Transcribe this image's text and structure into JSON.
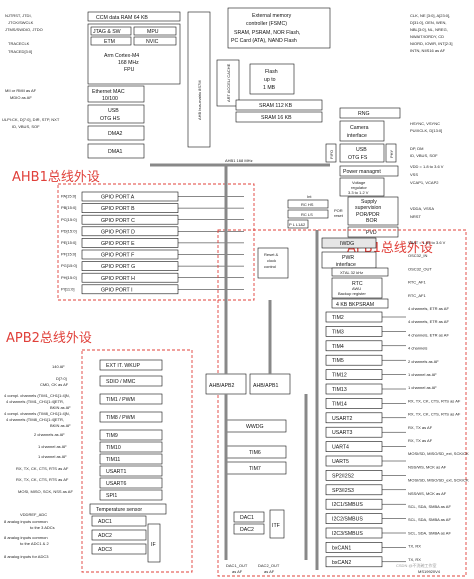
{
  "top": {
    "ccm": "CCM data RAM 64 KB",
    "jtag": "JTAG & SW",
    "mpu": "MPU",
    "etm": "ETM",
    "nvic": "NVIC",
    "cpu": [
      "Arm Cortex-M4",
      "168 MHz",
      "FPU"
    ],
    "fsmc": [
      "External memory",
      "controller (FSMC)",
      "SRAM, PSRAM, NOR Flash,",
      "PC Card (ATA), NAND Flash"
    ],
    "ethernet": [
      "Ethernet MAC",
      "10/100"
    ],
    "usb_hs": [
      "USB",
      "OTG HS"
    ],
    "dma2": "DMA2",
    "dma1": "DMA1",
    "flash": [
      "Flash",
      "up to",
      "1 MB"
    ],
    "sram112": "SRAM 112 KB",
    "sram16": "SRAM 16 KB",
    "rng": "RNG",
    "camera": [
      "Camera",
      "interface"
    ],
    "usb_fs": [
      "USB",
      "OTG FS"
    ],
    "ahb1_bus": "AHB1 168 MHz",
    "ahb_bus_matrix": "AHB bus-matrix 8S7M",
    "art": "ART ACCEL/ CACHE",
    "power": "Power managmt",
    "voltage_reg": [
      "Voltage",
      "regulator",
      "3.3 to 1.2 V"
    ],
    "supply": [
      "Supply",
      "supervision",
      "POR/PDR",
      "BOR"
    ],
    "pvd": "PVD",
    "por_reset": [
      "POR",
      "reset"
    ],
    "int": "Int",
    "rc_hs": "RC HS",
    "rc_ls": "RC LS",
    "pll": "P L L1&2",
    "reset_clock": [
      "Reset &",
      "clock",
      "control"
    ],
    "iwdg": "IWDG",
    "pwr": [
      "PWR",
      "interface"
    ],
    "xtal": "XTAL 32 kHz",
    "rtc": [
      "RTC",
      "AWU",
      "Backup register"
    ],
    "bkpsram": "4 KB BKPSRAM",
    "fifo": "FIFO",
    "phy": "PHY",
    "ahb_apb2": "AHB/APB2",
    "ahb_apb1": "AHB/APB1"
  },
  "gpio_ports": [
    "GPIO PORT A",
    "GPIO PORT B",
    "GPIO PORT C",
    "GPIO PORT D",
    "GPIO PORT E",
    "GPIO PORT F",
    "GPIO PORT G",
    "GPIO PORT H",
    "GPIO PORT I"
  ],
  "gpio_pins": [
    "PA[15:0]",
    "PB[15:0]",
    "PC[15:0]",
    "PD[15:0]",
    "PE[15:0]",
    "PF[15:0]",
    "PG[15:0]",
    "PH[15:0]",
    "PI[11:0]"
  ],
  "apb2_periph": [
    "EXT IT. WKUP",
    "SDIO / MMC",
    "TIM1 / PWM",
    "TIM8 / PWM",
    "TIM9",
    "TIM10",
    "TIM11",
    "USART1",
    "USART6",
    "SPI1",
    "Temperature sensor",
    "ADC1",
    "ADC2",
    "ADC3",
    "IF"
  ],
  "apb1_periph": [
    "TIM2",
    "TIM3",
    "TIM4",
    "TIM5",
    "TIM12",
    "TIM13",
    "TIM14",
    "USART2",
    "USART3",
    "UART4",
    "UART5",
    "SP2/I2S2",
    "SP3/I2S3",
    "I2C1/SMBUS",
    "I2C2/SMBUS",
    "I2C3/SMBUS",
    "bxCAN1",
    "bxCAN2"
  ],
  "apb1_left": [
    "WWDG",
    "TIM6",
    "TIM7",
    "DAC1",
    "DAC2",
    "ITF"
  ],
  "left_signals_top": [
    "NJTRST, JTDI,",
    "JTCK/SWCLK",
    "JTMS/SWDIO, JTDO",
    "TRACECLK",
    "TRACED[3:0]",
    "MII or RMII as AF",
    "MDIO as AF",
    "ULPI:CK, D[7:0], DIR, STP, NXT",
    "ID, VBUS, SOF"
  ],
  "left_signals_apb2": [
    "140 AF",
    "D[7:0]",
    "CMD, CK as AF",
    "4 compl. channels (TIM1_CH1[1:4]N,",
    "4 channels (TIM1_CH1[1:4]ETR,",
    "BKIN as AF",
    "4 compl. channels (TIM8_CH1[1:4]N,",
    "4 channels (TIM8_CH1[1:4]ETR,",
    "BKIN as AF",
    "2 channels as AF",
    "1 channel as AF",
    "1 channel as AF",
    "RX, TX, CK, CTS, RTS as AF",
    "RX, TX, CK, CTS, RTS as AF",
    "MOSI, MISO, SCK, NSS as AF",
    "VDDREF_ADC",
    "8 analog inputs common",
    "to the 3 ADCs",
    "8 analog inputs common",
    "to the ADC1 & 2",
    "8 analog inputs for ADC3"
  ],
  "right_signals_top": [
    "CLK, NE [3:0], A[23:0],",
    "D[31:0], OEN, WEN,",
    "NBL[3:0], NL, NREG,",
    "NWAIT/IORDY, CD",
    "NIORD, IOWR, INT[2:3]",
    "INTN, NIIS16 as AF",
    "HSYNC, VSYNC",
    "PUIXCLK, D[13:0]",
    "DP, DM",
    "ID, VBUS, SOF"
  ],
  "right_signals_power": [
    "VDD = 1.8 to 3.6 V",
    "VSS",
    "VCAP1, VCAP2",
    "VDDA, VSSA",
    "NRST"
  ],
  "right_signals_apb1": [
    "VBAT = 1.65 to 3.6 V",
    "OSC32_IN",
    "OSC32_OUT",
    "RTC_AF1",
    "RTC_AF1",
    "4 channels, ETR as AF",
    "4 channels, ETR as AF",
    "4 channels, ETR as AF",
    "4 channels",
    "2 channels as AF",
    "1 channel as AF",
    "1 channel as AF",
    "RX, TX, CK, CTS, RTS as AF",
    "RX, TX, CK, CTS, RTS as AF",
    "RX, TX as AF",
    "RX, TX as AF",
    "MOSI/SD, MISO/SD_ext, SCK/CK",
    "NSS/WS, MCK as AF",
    "MOSI/SD, MISO/SD_ext, SCK/CK",
    "NSS/WS, MCK as AF",
    "SCL, SDA, SMBA as AF",
    "SCL, SDA, SMBA as AF",
    "SCL, SDA, SMBA as AF",
    "TX, RX",
    "TX, RX"
  ],
  "bottom_signals": [
    "DAC1_OUT",
    "as AF",
    "DAC2_OUT",
    "as AF"
  ],
  "labels": {
    "ahb1_title": "AHB1总线外设",
    "apb1_title": "APB1总线外设",
    "apb2_title": "APB2总线外设",
    "part_number": "MS19920V4",
    "watermark": "CSDN @不洗碗工作室"
  }
}
